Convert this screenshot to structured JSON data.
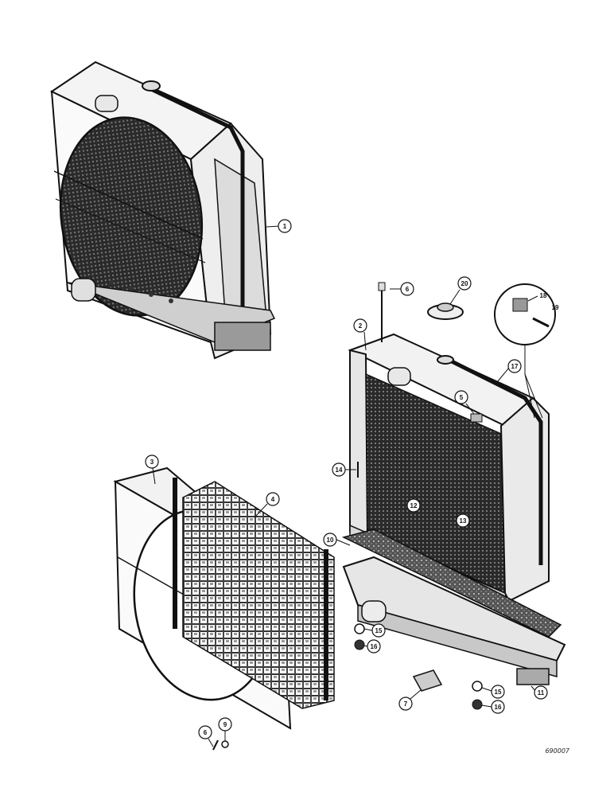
{
  "diagram": {
    "callouts": [
      {
        "id": "c1",
        "label": "1"
      },
      {
        "id": "c2",
        "label": "2"
      },
      {
        "id": "c3",
        "label": "3"
      },
      {
        "id": "c4",
        "label": "4"
      },
      {
        "id": "c5",
        "label": "5"
      },
      {
        "id": "c6a",
        "label": "6"
      },
      {
        "id": "c6b",
        "label": "6"
      },
      {
        "id": "c7",
        "label": "7"
      },
      {
        "id": "c9",
        "label": "9"
      },
      {
        "id": "c10",
        "label": "10"
      },
      {
        "id": "c11",
        "label": "11"
      },
      {
        "id": "c12",
        "label": "12"
      },
      {
        "id": "c13",
        "label": "13"
      },
      {
        "id": "c14",
        "label": "14"
      },
      {
        "id": "c15a",
        "label": "15"
      },
      {
        "id": "c15b",
        "label": "15"
      },
      {
        "id": "c16a",
        "label": "16"
      },
      {
        "id": "c16b",
        "label": "16"
      },
      {
        "id": "c17",
        "label": "17"
      },
      {
        "id": "c18",
        "label": "18"
      },
      {
        "id": "c19",
        "label": "19"
      },
      {
        "id": "c20",
        "label": "20"
      }
    ],
    "reference_code": "690007"
  }
}
